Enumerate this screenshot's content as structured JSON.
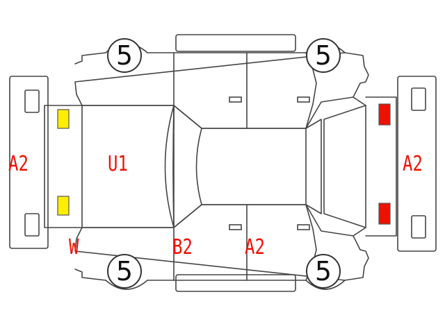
{
  "colors": {
    "damage_label": "#ee1100",
    "lamp_front": "#ffee00",
    "lamp_rear": "#ee1100",
    "outline": "#444444"
  },
  "tires": {
    "front_left": "5",
    "rear_left": "5",
    "front_right": "5",
    "rear_right": "5"
  },
  "marks": {
    "front_bumper": "A2",
    "rear_bumper": "A2",
    "hood": "U1",
    "windshield": "W",
    "front_door": "B2",
    "rear_door": "A2"
  }
}
